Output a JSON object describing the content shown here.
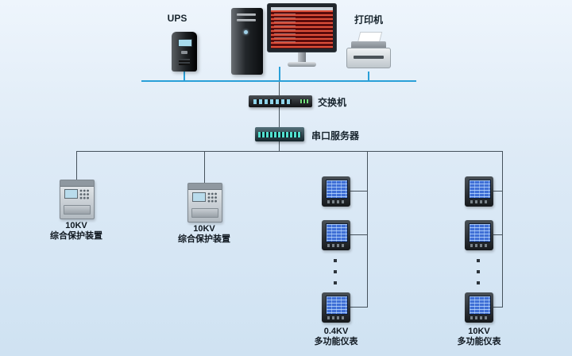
{
  "devices": {
    "ups": {
      "label": "UPS"
    },
    "printer": {
      "label": "打印机"
    },
    "switch": {
      "label": "交换机"
    },
    "serial_server": {
      "label": "串口服务器"
    },
    "protection_1": {
      "voltage": "10KV",
      "name": "综合保护装置"
    },
    "protection_2": {
      "voltage": "10KV",
      "name": "综合保护装置"
    },
    "meter_column_1": {
      "voltage": "0.4KV",
      "name": "多功能仪表"
    },
    "meter_column_2": {
      "voltage": "10KV",
      "name": "多功能仪表"
    }
  },
  "colors": {
    "ethernet_bus": "#2aa0d8",
    "wire": "#46525c",
    "background_top": "#eef5fc",
    "background_bottom": "#cfe2f2",
    "meter_lcd": "#3f6fd6"
  }
}
